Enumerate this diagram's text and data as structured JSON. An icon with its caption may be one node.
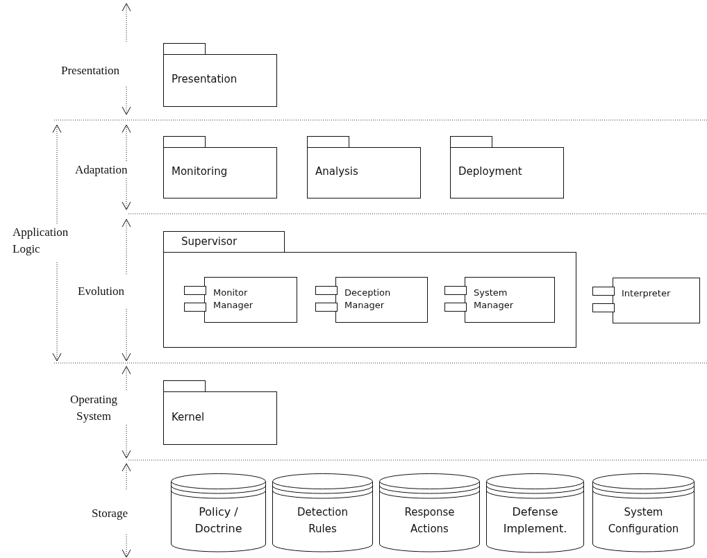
{
  "diagram": {
    "nodes": [
      {
        "text": [
          "Presentation"
        ]
      },
      {
        "text": [
          "Monitoring"
        ]
      },
      {
        "text": [
          "Analysis"
        ]
      },
      {
        "text": [
          "Deployment"
        ]
      },
      {
        "text": [
          "Supervisor"
        ]
      },
      {
        "text": [
          "Monitor Manager"
        ],
        "in": 4
      },
      {
        "text": [
          "Deception Manager"
        ],
        "in": 4
      },
      {
        "text": [
          "System Manager"
        ],
        "in": 4
      },
      {
        "text": [
          "Interpreter"
        ]
      },
      {
        "text": [
          "Kernel"
        ]
      },
      {
        "text": [
          "Policy / Doctrine"
        ]
      },
      {
        "text": [
          "Detection Rules"
        ]
      },
      {
        "text": [
          "Response Actions"
        ]
      },
      {
        "text": [
          "Defense Implement."
        ]
      },
      {
        "text": [
          "System Configuration"
        ]
      }
    ],
    "labels": [
      "Presentation",
      "Adaptation",
      "Application Logic",
      "Evolution",
      "Operating System",
      "Storage"
    ]
  }
}
